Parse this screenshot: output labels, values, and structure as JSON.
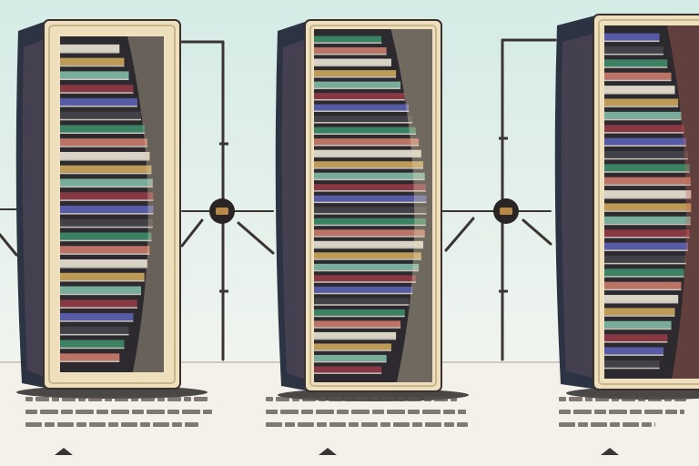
{
  "scene": {
    "description_visible_text": "",
    "palette": {
      "sky_top": "#d7ece6",
      "sky_bottom": "#eef3ee",
      "floor": "#f4f1ea",
      "cabinet_frame": "#efe0bd",
      "cabinet_side_dark": "#2c3443",
      "cabinet_side_shadow": "#5a4a5a",
      "interior_dark": "#2c2a2e",
      "ground_shadow": "#2b2a2a",
      "shelf_colors": [
        "#e8e2d3",
        "#8f3a45",
        "#3d8a6a",
        "#caa55a",
        "#5b5fb0",
        "#c77a6a",
        "#7fb8a6",
        "#44434a"
      ],
      "caption_ink": "#5a4f4a",
      "hub": "#2a2424"
    },
    "cabinets": [
      {
        "name": "left-cabinet"
      },
      {
        "name": "center-cabinet"
      },
      {
        "name": "right-cabinet"
      }
    ]
  }
}
